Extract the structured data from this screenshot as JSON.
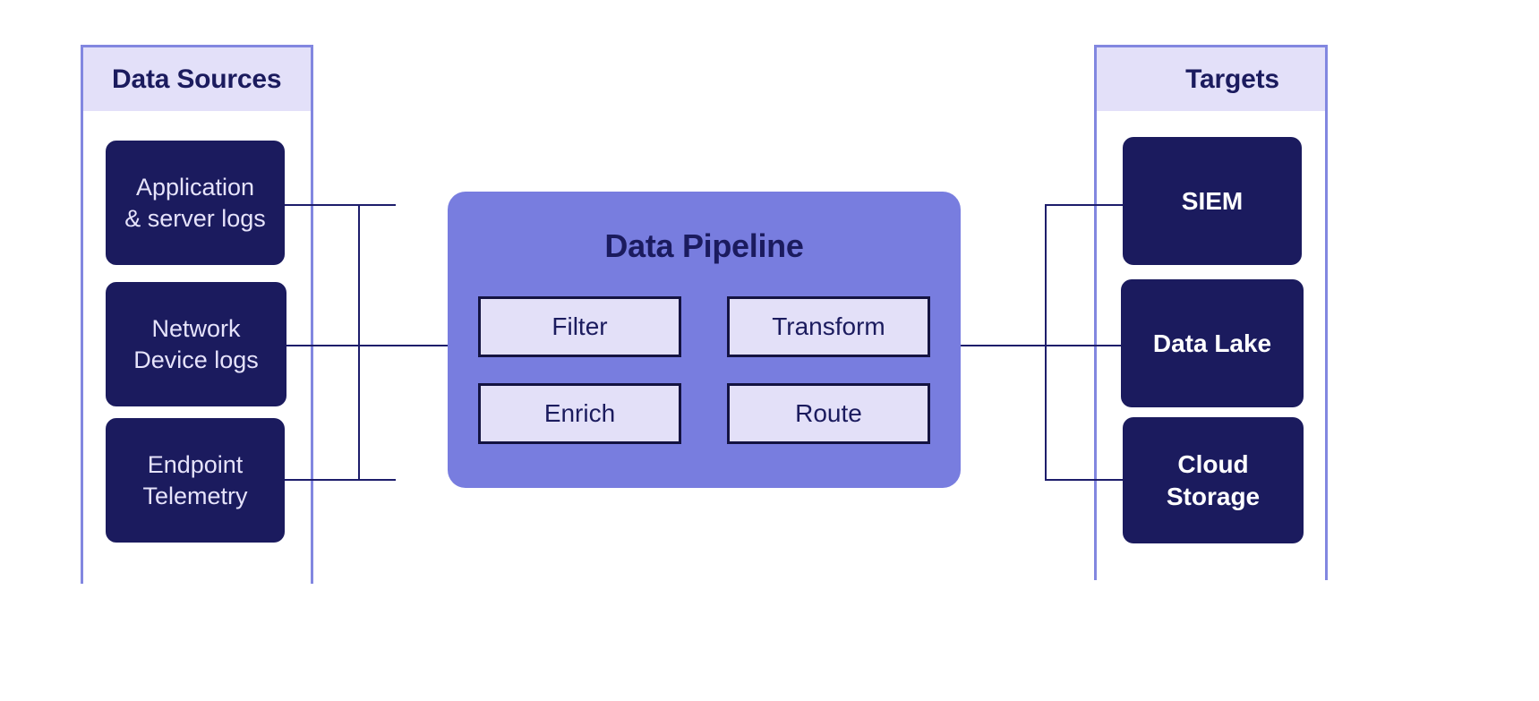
{
  "diagram": {
    "title": "Data Pipeline",
    "theme": {
      "background": "#ffffff",
      "navy": "#1b1b5e",
      "periwinkle": "#787ddf",
      "border_lavender": "#8287e0",
      "header_band": "#e3e0f9",
      "stage_fill": "#e3e0f8",
      "stage_border": "#141341",
      "source_text": "#e6e3fb",
      "target_text": "#ffffff",
      "line": "#1d1d6b"
    }
  },
  "sources": {
    "header": "Data Sources",
    "items": [
      {
        "label": "Application\n& server logs"
      },
      {
        "label": "Network\nDevice logs"
      },
      {
        "label": "Endpoint\nTelemetry"
      }
    ]
  },
  "pipeline": {
    "title": "Data Pipeline",
    "stages": [
      {
        "label": "Filter"
      },
      {
        "label": "Transform"
      },
      {
        "label": "Enrich"
      },
      {
        "label": "Route"
      }
    ]
  },
  "targets": {
    "header": "Targets",
    "items": [
      {
        "label": "SIEM"
      },
      {
        "label": "Data Lake"
      },
      {
        "label": "Cloud\nStorage"
      }
    ]
  }
}
